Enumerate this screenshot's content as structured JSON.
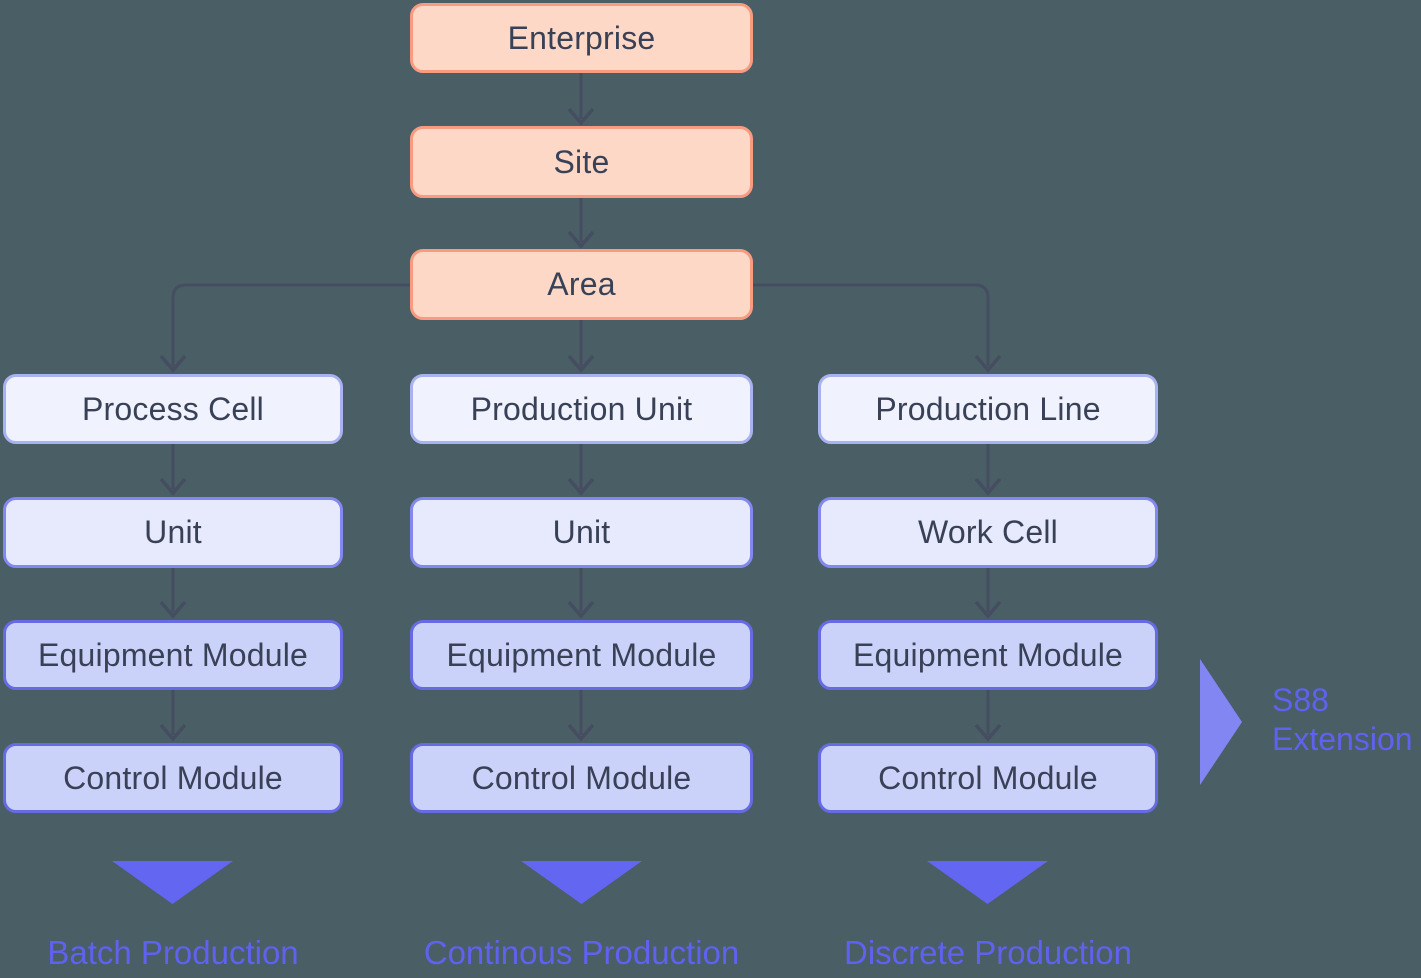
{
  "title": "Equipment hierarchy diagram (S88 / S95)",
  "colors": {
    "background": "#4A5E66",
    "enterprise_fill": "#FDD8C6",
    "enterprise_border": "#F89B81",
    "level1_fill": "#F0F2FE",
    "level1_border": "#A9B2F1",
    "level2_fill": "#E7EAFD",
    "level2_border": "#8288F0",
    "level3_fill": "#CBD2F9",
    "level3_border": "#666BE3",
    "box_text": "#394157",
    "connector": "#454D60",
    "accent_triangle": "#6366F1",
    "extension_triangle": "#8286F3",
    "accent_text": "#5E62EE"
  },
  "hierarchy_top": [
    {
      "label": "Enterprise"
    },
    {
      "label": "Site"
    },
    {
      "label": "Area"
    }
  ],
  "columns": [
    {
      "footer_label": "Batch Production",
      "boxes": [
        {
          "label": "Process Cell"
        },
        {
          "label": "Unit"
        },
        {
          "label": "Equipment Module"
        },
        {
          "label": "Control Module"
        }
      ]
    },
    {
      "footer_label": "Continous Production",
      "boxes": [
        {
          "label": "Production Unit"
        },
        {
          "label": "Unit"
        },
        {
          "label": "Equipment Module"
        },
        {
          "label": "Control Module"
        }
      ]
    },
    {
      "footer_label": "Discrete Production",
      "boxes": [
        {
          "label": "Production Line"
        },
        {
          "label": "Work Cell"
        },
        {
          "label": "Equipment Module"
        },
        {
          "label": "Control Module"
        }
      ]
    }
  ],
  "extension": {
    "line1": "S88",
    "line2": "Extension"
  }
}
